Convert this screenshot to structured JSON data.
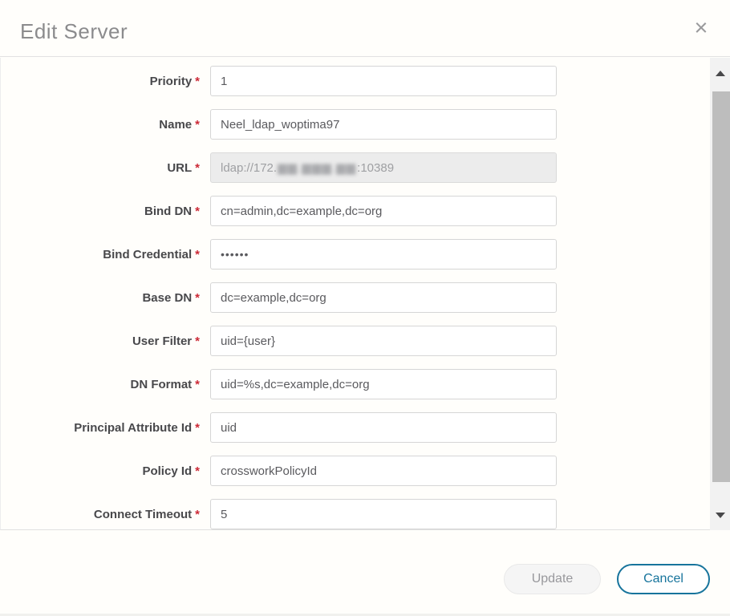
{
  "modal": {
    "title": "Edit Server",
    "close_icon": "×"
  },
  "form": {
    "fields": [
      {
        "label": "Priority",
        "required": "*",
        "value": "1"
      },
      {
        "label": "Name",
        "required": "*",
        "value": "Neel_ldap_woptima97"
      },
      {
        "label": "URL",
        "required": "*",
        "prefix": "ldap://172.",
        "redacted": "▆▆.▆▆▆.▆▆",
        "suffix": ":10389",
        "state": "disabled"
      },
      {
        "label": "Bind DN",
        "required": "*",
        "value": "cn=admin,dc=example,dc=org"
      },
      {
        "label": "Bind Credential",
        "required": "*",
        "value": "••••••",
        "state": "masked"
      },
      {
        "label": "Base DN",
        "required": "*",
        "value": "dc=example,dc=org"
      },
      {
        "label": "User Filter",
        "required": "*",
        "value": "uid={user}"
      },
      {
        "label": "DN Format",
        "required": "*",
        "value": "uid=%s,dc=example,dc=org"
      },
      {
        "label": "Principal Attribute Id",
        "required": "*",
        "value": "uid"
      },
      {
        "label": "Policy Id",
        "required": "*",
        "value": "crossworkPolicyId"
      },
      {
        "label": "Connect Timeout",
        "required": "*",
        "value": "5"
      }
    ]
  },
  "footer": {
    "update_label": "Update",
    "cancel_label": "Cancel"
  },
  "colors": {
    "accent_teal": "#17749c",
    "required_red": "#cc2936",
    "disabled_bg": "#ececec",
    "scroll_thumb": "#bdbdbd"
  }
}
